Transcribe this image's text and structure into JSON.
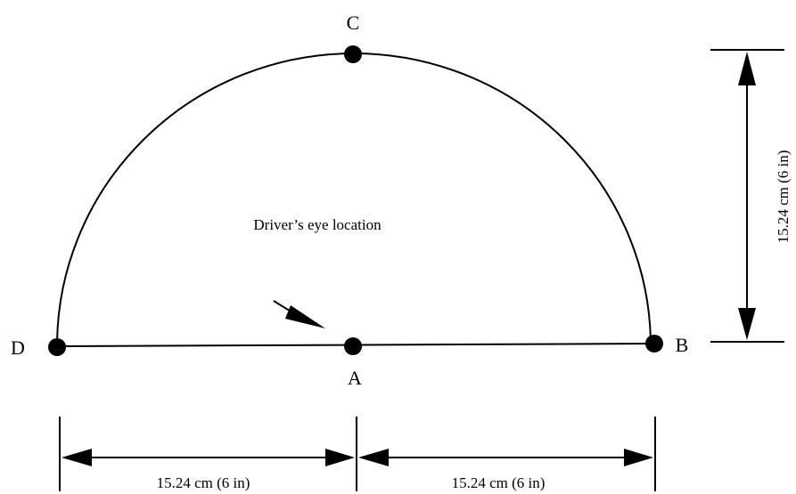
{
  "points": {
    "a": "A",
    "b": "B",
    "c": "C",
    "d": "D"
  },
  "annotation": "Driver’s eye location",
  "dimensions": {
    "left_width": "15.24 cm (6 in)",
    "right_width": "15.24 cm (6 in)",
    "height": "15.24 cm (6 in)"
  },
  "colors": {
    "ink": "#000000",
    "background": "#ffffff"
  }
}
